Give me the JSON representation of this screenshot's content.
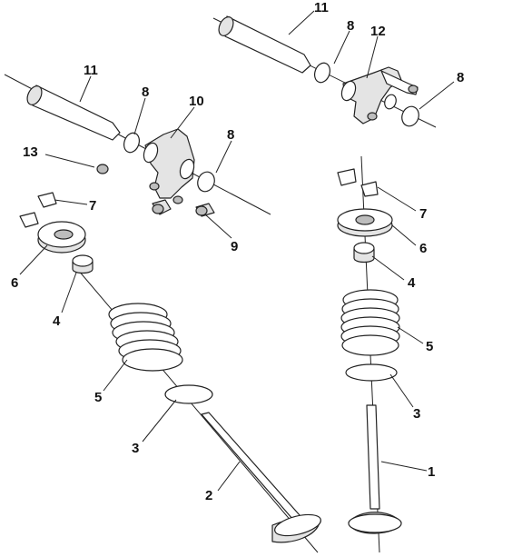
{
  "callouts": [
    {
      "id": "c11a",
      "label": "11"
    },
    {
      "id": "c8a",
      "label": "8"
    },
    {
      "id": "c12",
      "label": "12"
    },
    {
      "id": "c8b",
      "label": "8"
    },
    {
      "id": "c11b",
      "label": "11"
    },
    {
      "id": "c8c",
      "label": "8"
    },
    {
      "id": "c10",
      "label": "10"
    },
    {
      "id": "c8d",
      "label": "8"
    },
    {
      "id": "c13",
      "label": "13"
    },
    {
      "id": "c7a",
      "label": "7"
    },
    {
      "id": "c9",
      "label": "9"
    },
    {
      "id": "c7b",
      "label": "7"
    },
    {
      "id": "c6a",
      "label": "6"
    },
    {
      "id": "c6b",
      "label": "6"
    },
    {
      "id": "c4a",
      "label": "4"
    },
    {
      "id": "c4b",
      "label": "4"
    },
    {
      "id": "c5a",
      "label": "5"
    },
    {
      "id": "c5b",
      "label": "5"
    },
    {
      "id": "c3a",
      "label": "3"
    },
    {
      "id": "c3b",
      "label": "3"
    },
    {
      "id": "c2",
      "label": "2"
    },
    {
      "id": "c1",
      "label": "1"
    }
  ]
}
